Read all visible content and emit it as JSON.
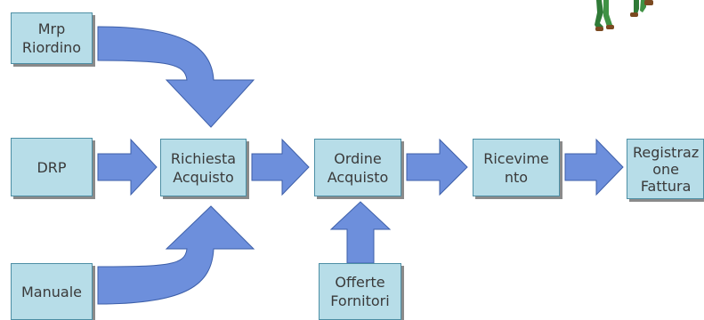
{
  "diagram": {
    "colors": {
      "box_fill": "#b7dde8",
      "box_border": "#4d8fa5",
      "arrow_fill": "#6d8fdc",
      "arrow_stroke": "#3d5fa9",
      "text": "#3a3a3a"
    },
    "nodes": {
      "mrp": "Mrp\nRiordino",
      "drp": "DRP",
      "manuale": "Manuale",
      "richiesta": "Richiesta\nAcquisto",
      "ordine": "Ordine\nAcquisto",
      "ricevimento": "Ricevime\nnto",
      "registrazione": "Registraz\none\nFattura",
      "offerte": "Offerte\nFornitori"
    },
    "edges": [
      {
        "from": "mrp",
        "to": "richiesta"
      },
      {
        "from": "drp",
        "to": "richiesta"
      },
      {
        "from": "manuale",
        "to": "richiesta"
      },
      {
        "from": "richiesta",
        "to": "ordine"
      },
      {
        "from": "ordine",
        "to": "ricevimento"
      },
      {
        "from": "ricevimento",
        "to": "registrazione"
      },
      {
        "from": "offerte",
        "to": "ordine"
      }
    ],
    "decoration": "walking-figures-clipart"
  }
}
